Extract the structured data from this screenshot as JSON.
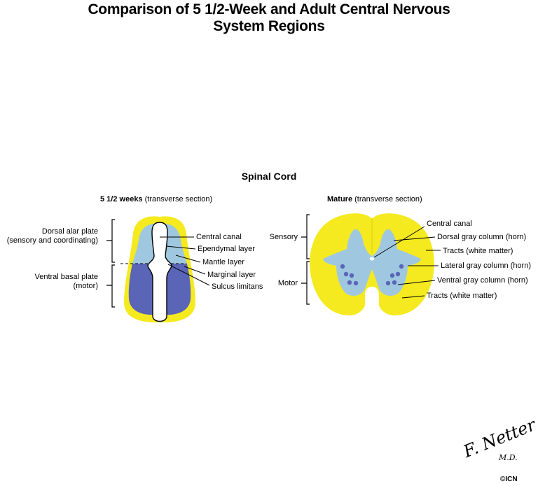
{
  "title_line1": "Comparison of 5 1/2-Week and Adult Central Nervous",
  "title_line2": "System Regions",
  "section_title": "Spinal Cord",
  "embryo": {
    "heading_bold": "5 1/2 weeks",
    "heading_rest": " (transverse section)",
    "left_labels": {
      "dorsal_line1": "Dorsal alar plate",
      "dorsal_line2": "(sensory and coordinating)",
      "ventral_line1": "Ventral basal plate",
      "ventral_line2": "(motor)"
    },
    "right_labels": {
      "central_canal": "Central canal",
      "ependymal_layer": "Ependymal layer",
      "mantle_layer": "Mantle layer",
      "marginal_layer": "Marginal layer",
      "sulcus_limitans": "Sulcus limitans"
    }
  },
  "mature": {
    "heading_bold": "Mature",
    "heading_rest": " (transverse section)",
    "left_labels": {
      "sensory": "Sensory",
      "motor": "Motor"
    },
    "right_labels": {
      "central_canal": "Central canal",
      "dorsal_gray": "Dorsal gray column (horn)",
      "tracts_top": "Tracts (white matter)",
      "lateral_gray": "Lateral gray column (horn)",
      "ventral_gray": "Ventral gray column (horn)",
      "tracts_bottom": "Tracts (white matter)"
    }
  },
  "signature": {
    "name": "F. Netter",
    "degree": "M.D.",
    "logo": "©ICN"
  },
  "colors": {
    "white_matter": "#f5ea1f",
    "alar_gray": "#9fc8e0",
    "basal_gray": "#5a65b8",
    "canal": "#ffffff",
    "motor_nuclei": "#5a65b8"
  }
}
